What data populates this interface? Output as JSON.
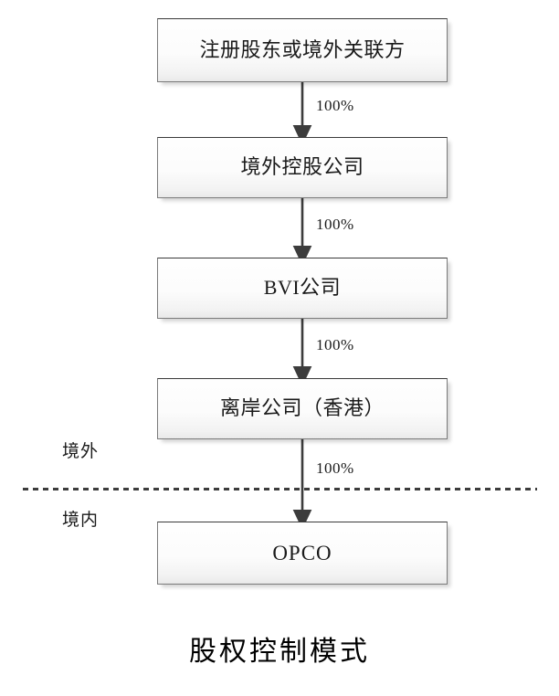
{
  "diagram": {
    "caption": "股权控制模式",
    "nodes": [
      {
        "id": "registered-shareholders",
        "label": "注册股东或境外关联方",
        "script": "cjk"
      },
      {
        "id": "offshore-holding-company",
        "label": "境外控股公司",
        "script": "cjk"
      },
      {
        "id": "bvi-company",
        "label": "BVI公司",
        "script": "mixed"
      },
      {
        "id": "offshore-company-hk",
        "label": "离岸公司（香港）",
        "script": "cjk"
      },
      {
        "id": "opco",
        "label": "OPCO",
        "script": "latin"
      }
    ],
    "edges": [
      {
        "from": "registered-shareholders",
        "to": "offshore-holding-company",
        "label": "100%"
      },
      {
        "from": "offshore-holding-company",
        "to": "bvi-company",
        "label": "100%"
      },
      {
        "from": "bvi-company",
        "to": "offshore-company-hk",
        "label": "100%"
      },
      {
        "from": "offshore-company-hk",
        "to": "opco",
        "label": "100%"
      }
    ],
    "divider": {
      "style": "dashed",
      "above_label": "境外",
      "below_label": "境内"
    },
    "colors": {
      "box_border": "#7b7b7b",
      "box_fill": "#fcfcfc",
      "connector": "#3c3c3c",
      "text": "#1a1a1a"
    }
  }
}
